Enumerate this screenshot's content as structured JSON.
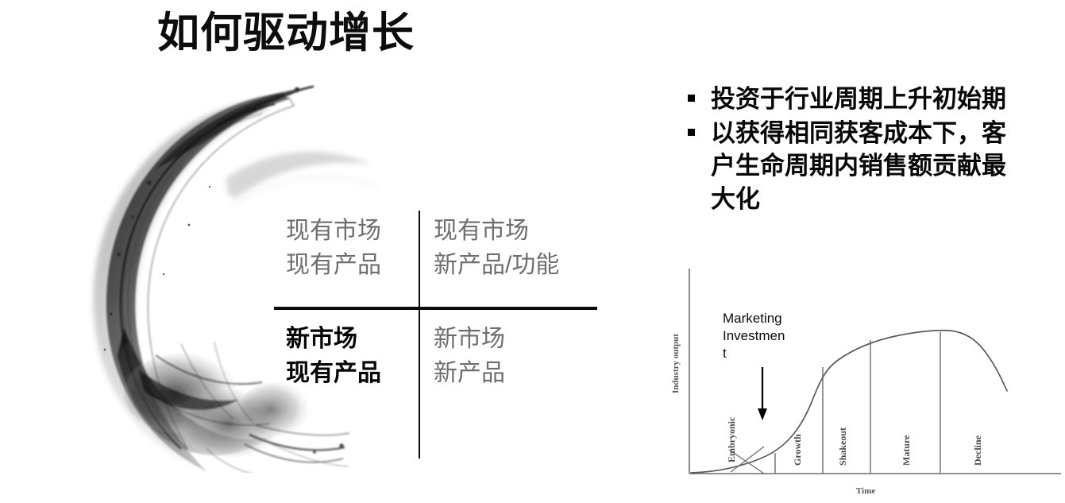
{
  "slide": {
    "title": "如何驱动增长",
    "background_color": "#ffffff"
  },
  "artwork": {
    "name": "ink-smoke-swirl",
    "description": "黑色水墨烟雾漩涡",
    "color": "#1a1a1a"
  },
  "matrix": {
    "name": "ansoff-growth-matrix",
    "muted_color": "#6e6e6e",
    "strong_color": "#060606",
    "quadrants": [
      {
        "position": "top-left",
        "line1": "现有市场",
        "line2": "现有产品",
        "emphasis": "muted"
      },
      {
        "position": "top-right",
        "line1": "现有市场",
        "line2": "新产品/功能",
        "emphasis": "muted"
      },
      {
        "position": "bottom-left",
        "line1": "新市场",
        "line2": "现有产品",
        "emphasis": "strong"
      },
      {
        "position": "bottom-right",
        "line1": "新市场",
        "line2": "新产品",
        "emphasis": "muted"
      }
    ]
  },
  "bullets": {
    "marker": "square-bullet",
    "items": [
      {
        "text": "投资于行业周期上升初始期"
      },
      {
        "text": "以获得相同获客成本下，客户生命周期内销售额贡献最大化"
      }
    ]
  },
  "chart_data": {
    "type": "line",
    "name": "industry-life-cycle-chart",
    "title": "",
    "xlabel": "Time",
    "ylabel": "Industry output",
    "grid": false,
    "legend": null,
    "axis_color": "#6b6b6b",
    "curve_color": "#5a5a5a",
    "categories": [
      "Embryonic",
      "Growth",
      "Shakeout",
      "Mature",
      "Decline"
    ],
    "phase_boundaries_x": [
      0.3,
      0.44,
      0.58,
      0.79
    ],
    "x": [
      0.0,
      0.1,
      0.2,
      0.3,
      0.36,
      0.42,
      0.48,
      0.55,
      0.62,
      0.7,
      0.79,
      0.86,
      0.92,
      1.0
    ],
    "values": [
      0.0,
      0.02,
      0.06,
      0.13,
      0.22,
      0.4,
      0.58,
      0.7,
      0.78,
      0.86,
      0.92,
      0.94,
      0.92,
      0.78
    ],
    "xlim": [
      0,
      1
    ],
    "ylim": [
      0,
      1
    ],
    "annotations": [
      {
        "name": "marketing-investment-annotation",
        "text": "Marketing Investment",
        "lines": [
          "Marketing",
          "Investmen",
          "t"
        ],
        "marker": "down-arrow",
        "points_to_phase": "Embryonic"
      }
    ]
  }
}
